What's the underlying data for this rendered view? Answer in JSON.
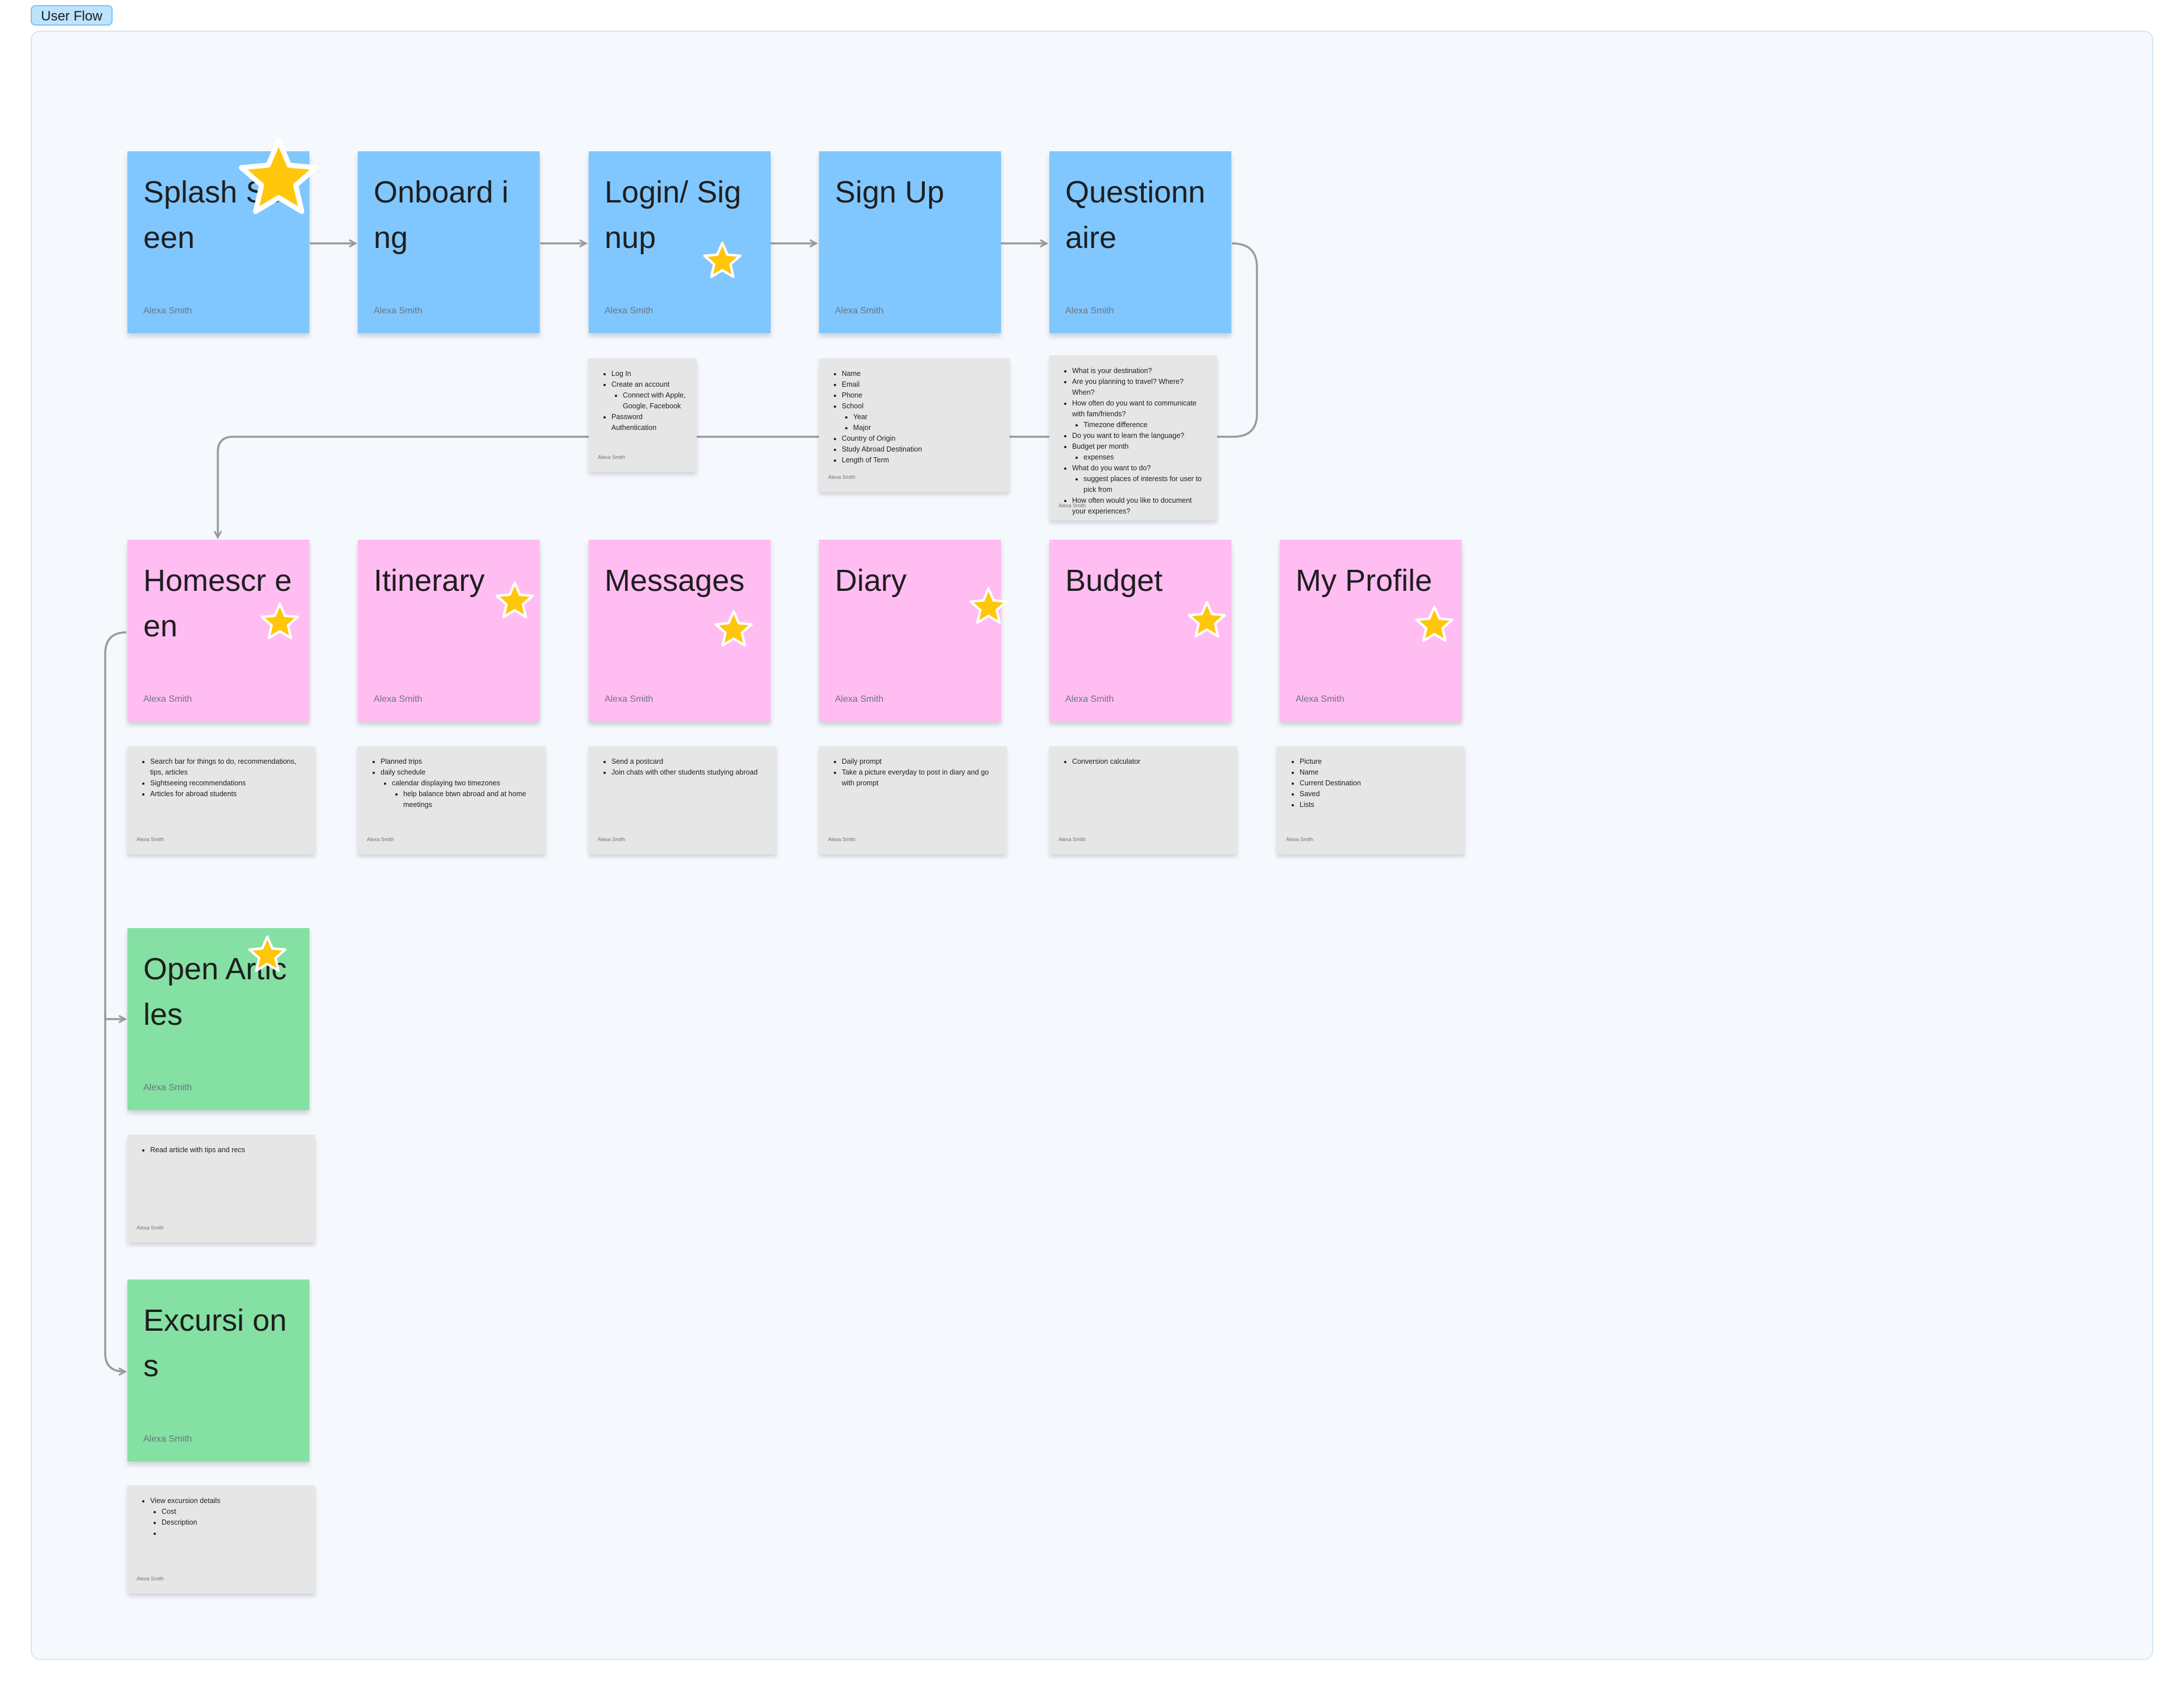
{
  "section": {
    "label": "User Flow"
  },
  "author": "Alexa Smith",
  "colors": {
    "blue": "#80c7ff",
    "pink": "#ffbdf2",
    "green": "#85e0a3",
    "note": "#e6e6e6",
    "star": "#ffc60a"
  },
  "stickies": [
    {
      "title": "Splash Screen",
      "color": "blue",
      "starred": true
    },
    {
      "title": "Onboard ing",
      "color": "blue",
      "starred": false
    },
    {
      "title": "Login/ Signup",
      "color": "blue",
      "starred": true
    },
    {
      "title": "Sign Up",
      "color": "blue",
      "starred": false
    },
    {
      "title": "Questionn aire",
      "color": "blue",
      "starred": false
    },
    {
      "title": "Homescr een",
      "color": "pink",
      "starred": true
    },
    {
      "title": "Itinerary",
      "color": "pink",
      "starred": true
    },
    {
      "title": "Messages",
      "color": "pink",
      "starred": true
    },
    {
      "title": "Diary",
      "color": "pink",
      "starred": true
    },
    {
      "title": "Budget",
      "color": "pink",
      "starred": true
    },
    {
      "title": "My Profile",
      "color": "pink",
      "starred": true
    },
    {
      "title": "Open Articles",
      "color": "green",
      "starred": true
    },
    {
      "title": "Excursi ons",
      "color": "green",
      "starred": false
    }
  ],
  "notes": [
    {
      "for": "Login/ Signup",
      "items": [
        {
          "text": "Log In"
        },
        {
          "text": "Create an account",
          "children": [
            "Connect with Apple, Google, Facebook"
          ]
        },
        {
          "text": "Password Authentication"
        }
      ]
    },
    {
      "for": "Sign Up",
      "items": [
        {
          "text": "Name"
        },
        {
          "text": "Email"
        },
        {
          "text": "Phone"
        },
        {
          "text": "School",
          "children": [
            "Year",
            "Major"
          ]
        },
        {
          "text": "Country of Origin"
        },
        {
          "text": "Study Abroad Destination"
        },
        {
          "text": "Length of Term"
        }
      ]
    },
    {
      "for": "Questionn aire",
      "items": [
        {
          "text": "What is your destination?"
        },
        {
          "text": "Are you planning to travel? Where? When?"
        },
        {
          "text": "How often do you want to communicate with fam/friends?",
          "children": [
            "Timezone difference"
          ]
        },
        {
          "text": "Do you want to learn the language?"
        },
        {
          "text": "Budget per month",
          "children": [
            "expenses"
          ]
        },
        {
          "text": "What do you want to do?",
          "children": [
            "suggest places of interests for user to pick from"
          ]
        },
        {
          "text": "How often would you like to document your experiences?"
        }
      ]
    },
    {
      "for": "Homescr een",
      "items": [
        {
          "text": "Search bar for things to do, recommendations, tips, articles"
        },
        {
          "text": "Sightseeing recommendations"
        },
        {
          "text": "Articles for abroad students"
        }
      ]
    },
    {
      "for": "Itinerary",
      "items": [
        {
          "text": "Planned trips"
        },
        {
          "text": "daily schedule",
          "children": [
            "calendar displaying two timezones"
          ],
          "grandchildren": [
            "help balance btwn abroad and at home meetings"
          ]
        }
      ]
    },
    {
      "for": "Messages",
      "items": [
        {
          "text": "Send a postcard"
        },
        {
          "text": "Join chats with other students studying abroad"
        }
      ]
    },
    {
      "for": "Diary",
      "items": [
        {
          "text": "Daily prompt"
        },
        {
          "text": "Take a picture everyday to post in diary and go with prompt"
        }
      ]
    },
    {
      "for": "Budget",
      "items": [
        {
          "text": "Conversion calculator"
        }
      ]
    },
    {
      "for": "My Profile",
      "items": [
        {
          "text": "Picture"
        },
        {
          "text": "Name"
        },
        {
          "text": "Current Destination"
        },
        {
          "text": "Saved"
        },
        {
          "text": "Lists"
        }
      ]
    },
    {
      "for": "Open Articles",
      "items": [
        {
          "text": "Read article with tips and recs"
        }
      ]
    },
    {
      "for": "Excursi ons",
      "items": [
        {
          "text": "View excursion details",
          "children": [
            "Cost",
            "Description",
            ""
          ]
        }
      ]
    }
  ]
}
